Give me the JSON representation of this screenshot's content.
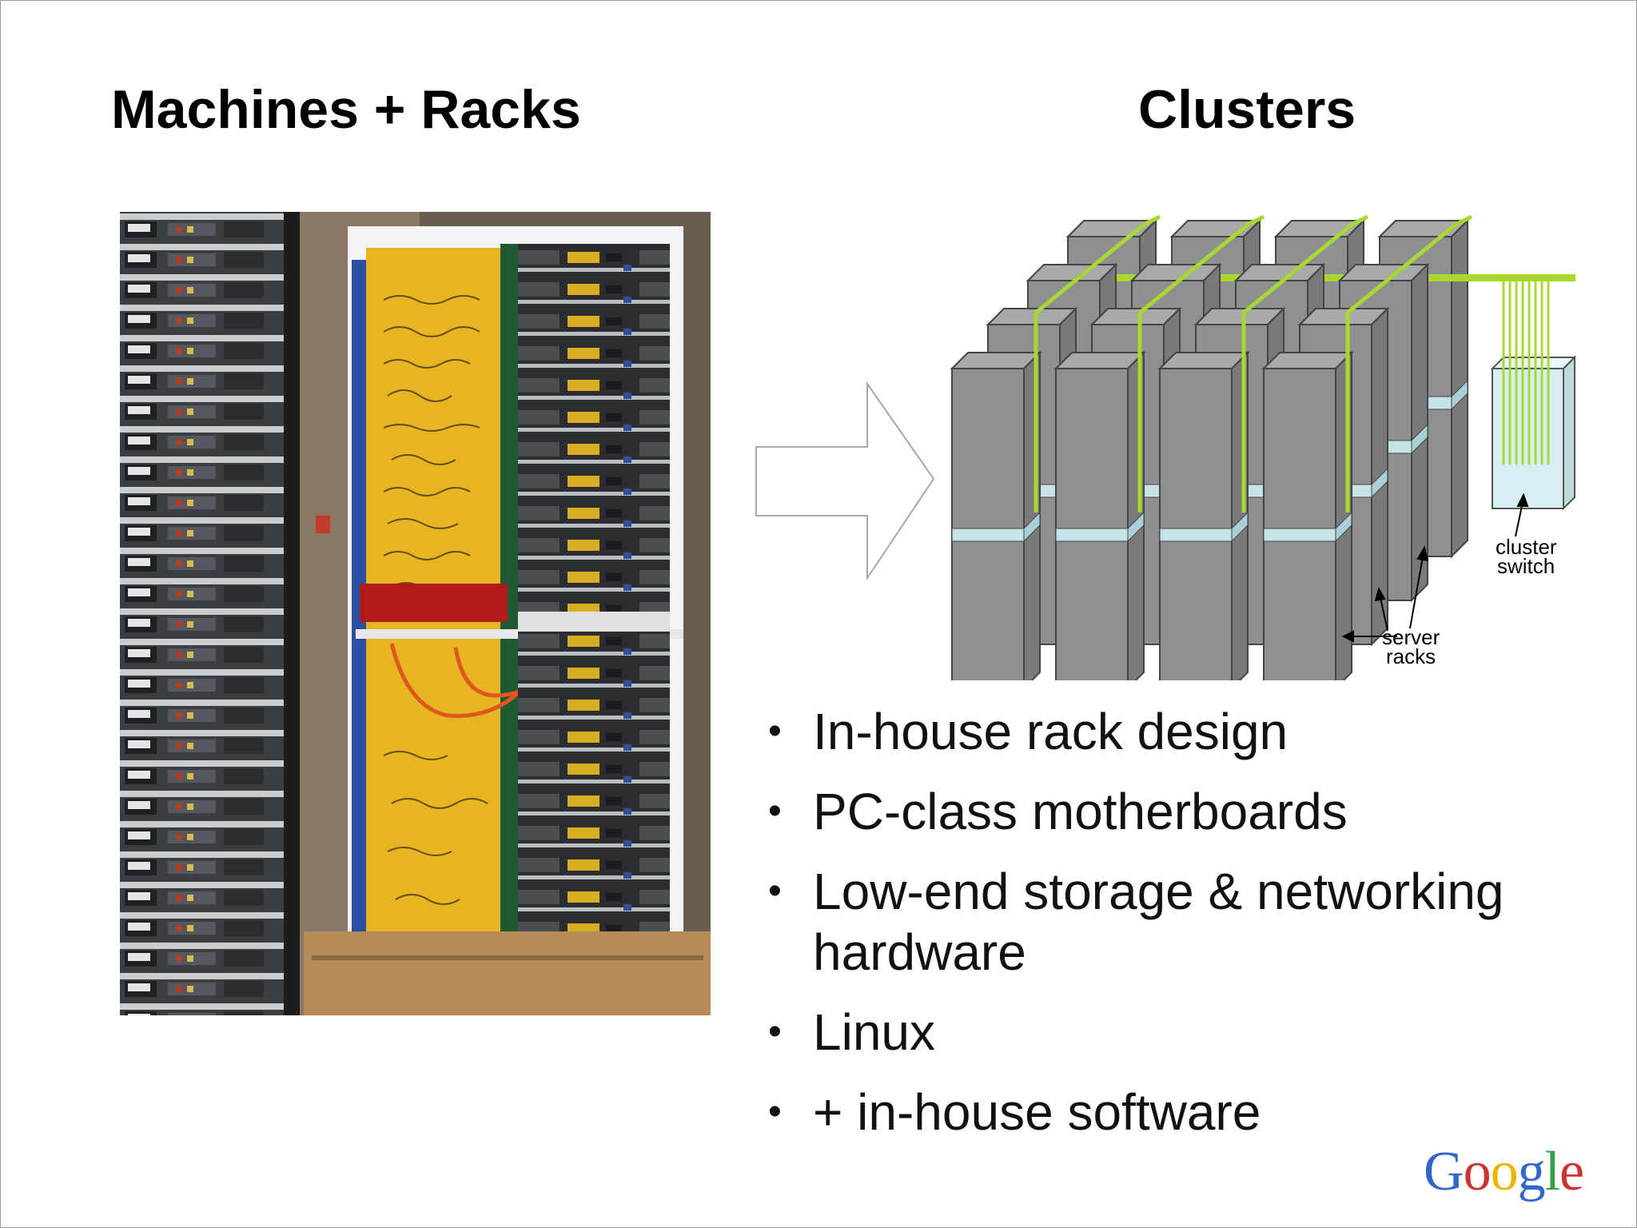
{
  "slide": {
    "left_heading": "Machines + Racks",
    "right_heading": "Clusters",
    "diagram_labels": {
      "cluster_switch_line1": "cluster",
      "cluster_switch_line2": "switch",
      "server_racks_line1": "server",
      "server_racks_line2": "racks"
    },
    "bullets": [
      {
        "text": "In-house rack design"
      },
      {
        "text": "PC-class motherboards"
      },
      {
        "text": "Low-end storage & networking hardware"
      },
      {
        "text": "Linux"
      },
      {
        "text": "+ in-house software"
      }
    ],
    "bullet_glyph": "•",
    "logo": {
      "letters": [
        "G",
        "o",
        "o",
        "g",
        "l",
        "e"
      ],
      "colors": [
        "#3366cc",
        "#cc3333",
        "#e8b400",
        "#3366cc",
        "#33a047",
        "#cc3333"
      ]
    }
  }
}
